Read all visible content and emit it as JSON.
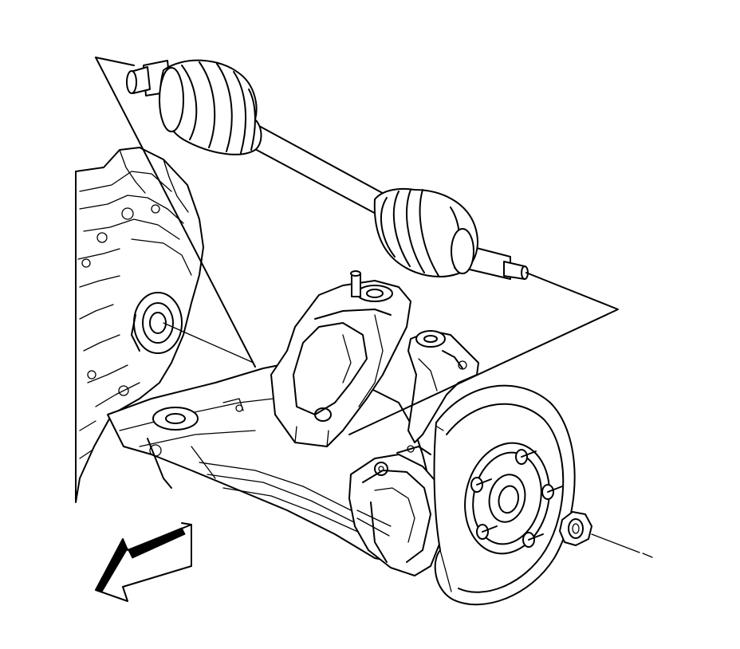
{
  "diagram": {
    "parts": [
      "drive-axle-shaft",
      "inner-cv-joint-boot",
      "outer-cv-joint-boot",
      "transaxle",
      "subframe",
      "steering-knuckle",
      "brake-rotor",
      "wheel-hub",
      "axle-nut",
      "front-direction-arrow"
    ],
    "colors": {
      "line": "#000000",
      "background": "#ffffff"
    }
  }
}
